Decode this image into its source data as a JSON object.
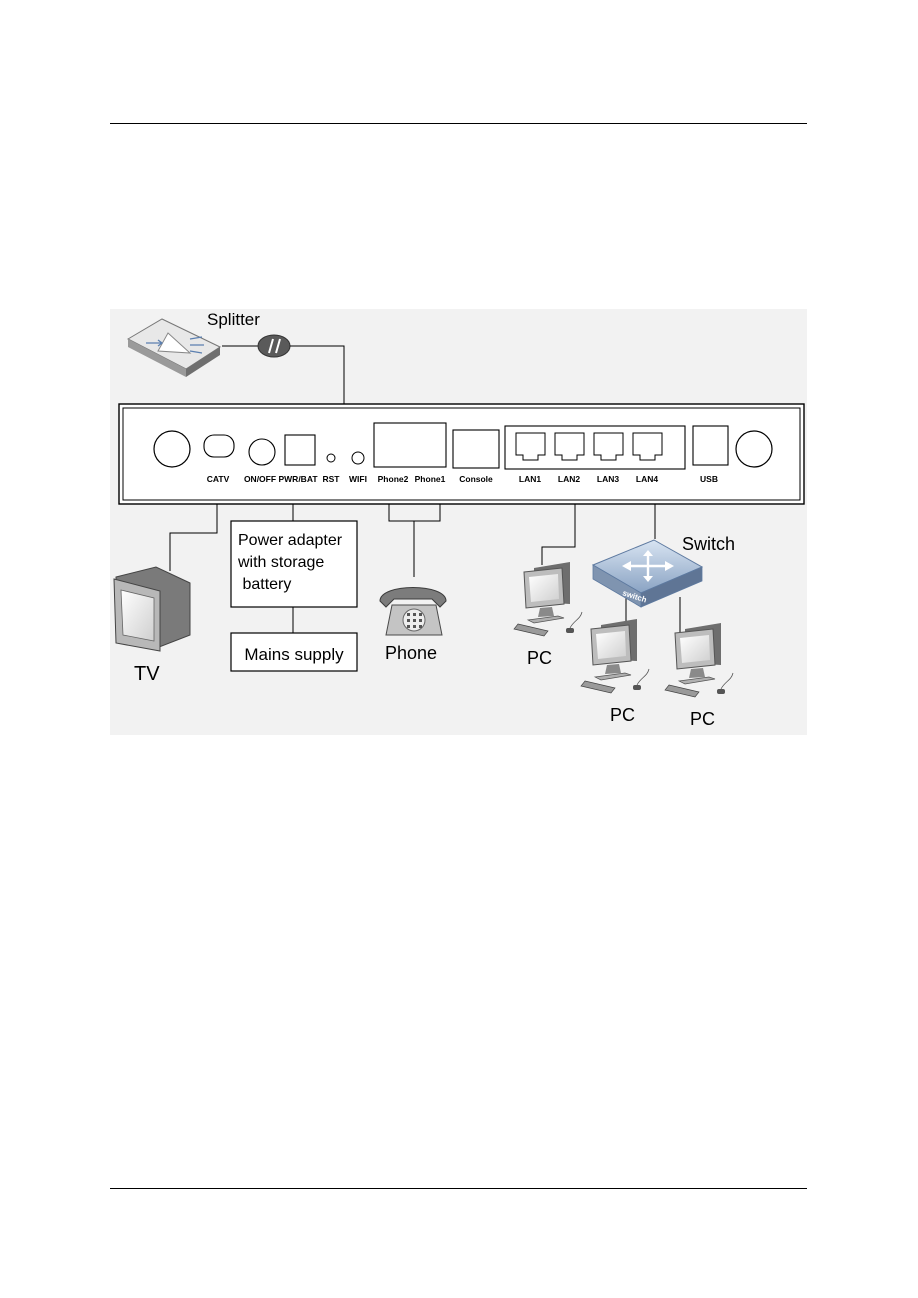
{
  "device": {
    "ports": {
      "catv": "CATV",
      "on_off": "ON/OFF",
      "pwr_bat": "PWR/BAT",
      "rst": "RST",
      "wifi": "WIFI",
      "phone2": "Phone2",
      "phone1": "Phone1",
      "console": "Console",
      "lan1": "LAN1",
      "lan2": "LAN2",
      "lan3": "LAN3",
      "lan4": "LAN4",
      "usb": "USB"
    }
  },
  "labels": {
    "splitter": "Splitter",
    "switch": "Switch",
    "switch_badge": "switch",
    "tv": "TV",
    "phone": "Phone",
    "pc": "PC",
    "power_adapter": [
      "Power adapter",
      "with storage",
      " battery"
    ],
    "mains_supply": "Mains supply"
  },
  "colors": {
    "diagram_background": "#f2f2f2",
    "device_gray": "#c8c8c8",
    "switch_blue": "#9fb6d4"
  },
  "icons": [
    "splitter-icon",
    "connector-icon",
    "switch-icon",
    "tv-icon",
    "phone-icon",
    "pc-icon",
    "rj45-port-icon"
  ]
}
